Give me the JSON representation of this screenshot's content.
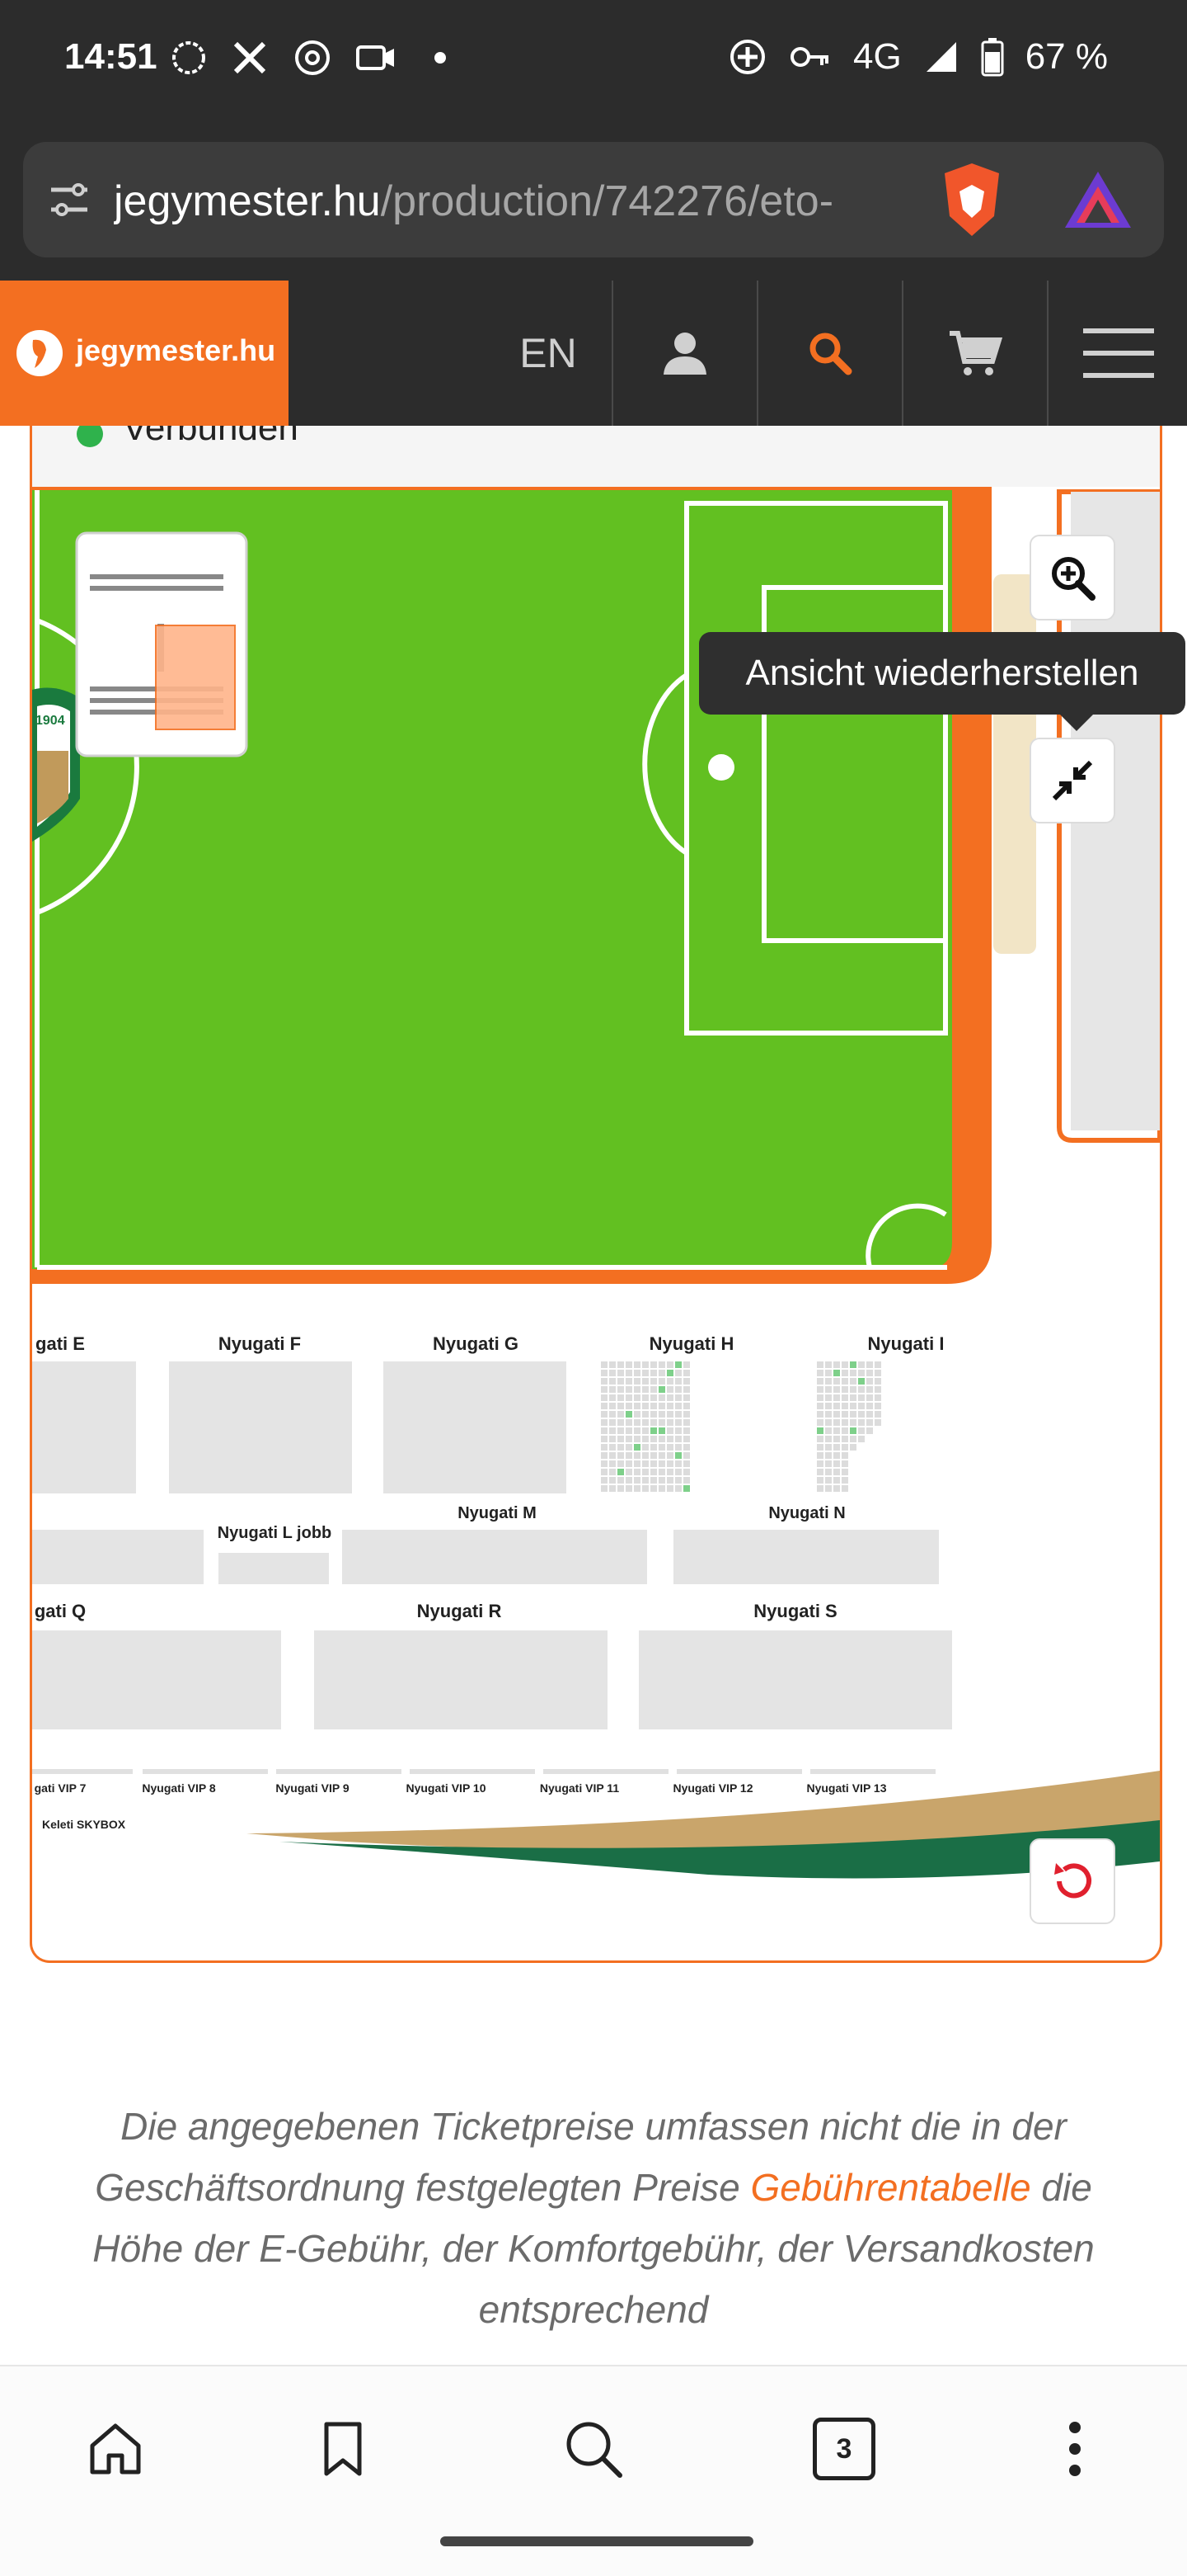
{
  "status_bar": {
    "time": "14:51",
    "network": "4G",
    "battery": "67 %"
  },
  "browser": {
    "url_domain": "jegymester.hu",
    "url_path": "/production/742276/eto-"
  },
  "site_header": {
    "brand": "jegymester.hu",
    "language": "EN"
  },
  "seat_map": {
    "tooltip": "Ansicht wiederherstellen",
    "sections_row1": [
      "gati E",
      "Nyugati F",
      "Nyugati G",
      "Nyugati H",
      "Nyugati I"
    ],
    "sections_row2": [
      "Nyugati L jobb",
      "Nyugati M",
      "Nyugati N"
    ],
    "sections_row3": [
      "gati Q",
      "Nyugati R",
      "Nyugati S"
    ],
    "vip_boxes": [
      "gati VIP 7",
      "Nyugati VIP 8",
      "Nyugati VIP 9",
      "Nyugati VIP 10",
      "Nyugati VIP 11",
      "Nyugati VIP 12",
      "Nyugati VIP 13"
    ],
    "skybox": "Keleti SKYBOX",
    "badge": "1904",
    "top_label": "Verbunden"
  },
  "notice": {
    "text_before": "Die angegebenen Ticketpreise umfassen nicht die in der Geschäftsordnung festgelegten Preise ",
    "link": "Gebührentabelle",
    "text_after": " die Höhe der E-Gebühr, der Komfortgebühr, der Versandkosten entsprechend"
  },
  "bottom_nav": {
    "tabs_count": "3"
  },
  "colors": {
    "brand_orange": "#f36f21",
    "pitch_green": "#62c021",
    "dark_header": "#2c2c2c"
  }
}
